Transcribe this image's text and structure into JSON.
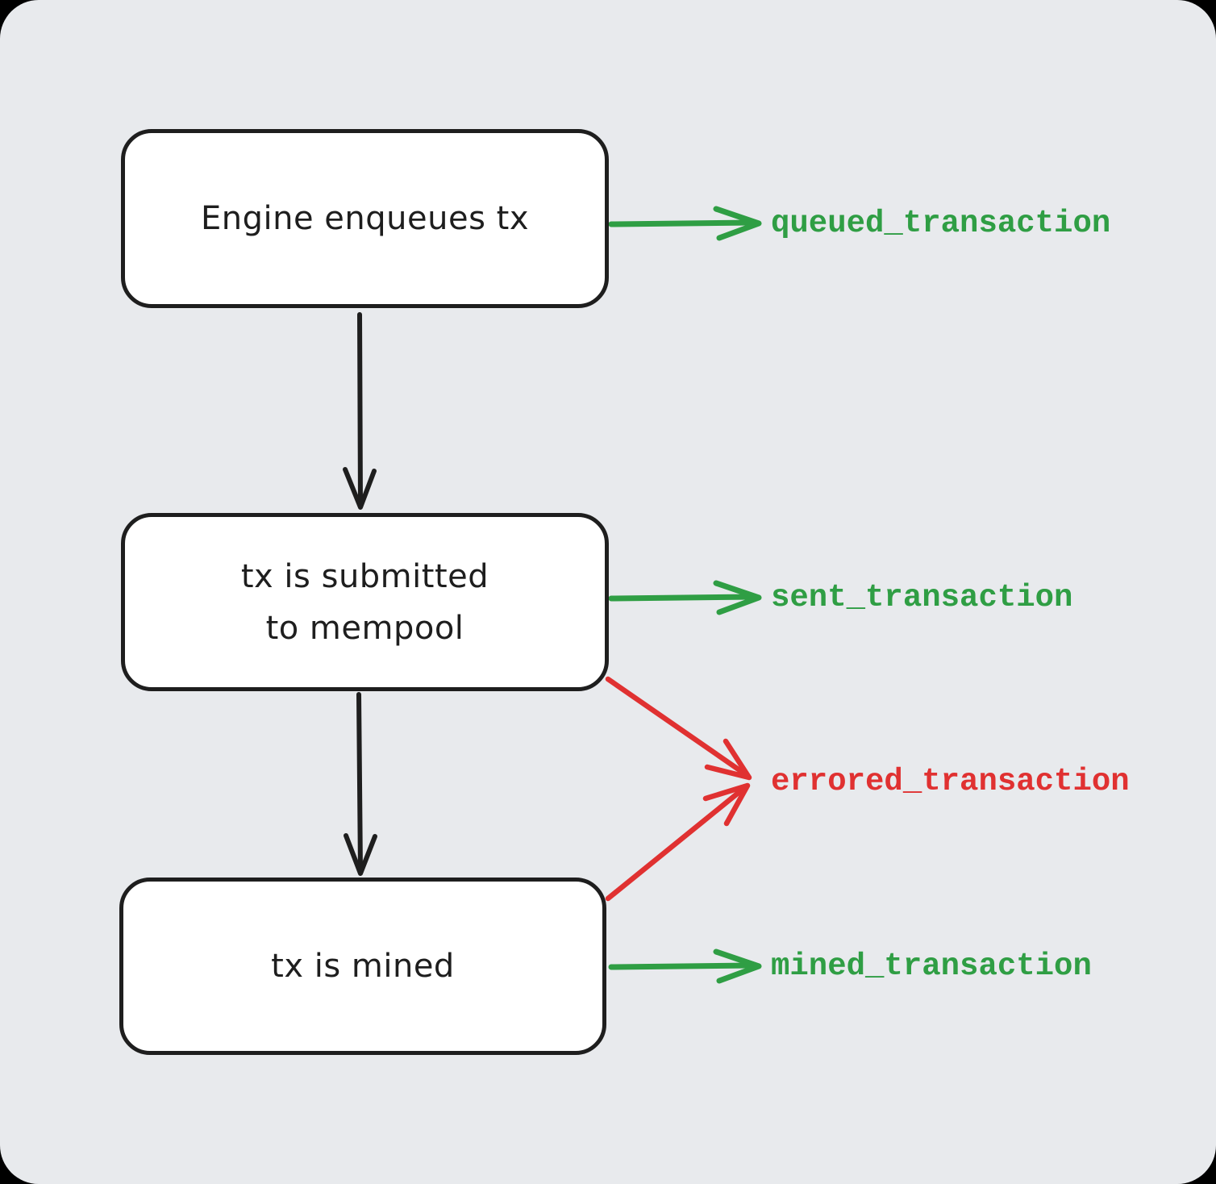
{
  "diagram": {
    "nodes": [
      {
        "label": "Engine enqueues tx"
      },
      {
        "label": "tx is submitted\nto mempool"
      },
      {
        "label": "tx is mined"
      }
    ],
    "events": [
      {
        "label": "queued_transaction",
        "status": "success"
      },
      {
        "label": "sent_transaction",
        "status": "success"
      },
      {
        "label": "errored_transaction",
        "status": "error"
      },
      {
        "label": "mined_transaction",
        "status": "success"
      }
    ],
    "colors": {
      "success": "#2f9e44",
      "error": "#e03131",
      "stroke": "#1e1e1e",
      "canvas": "#e8eaed",
      "node_fill": "#ffffff"
    }
  }
}
